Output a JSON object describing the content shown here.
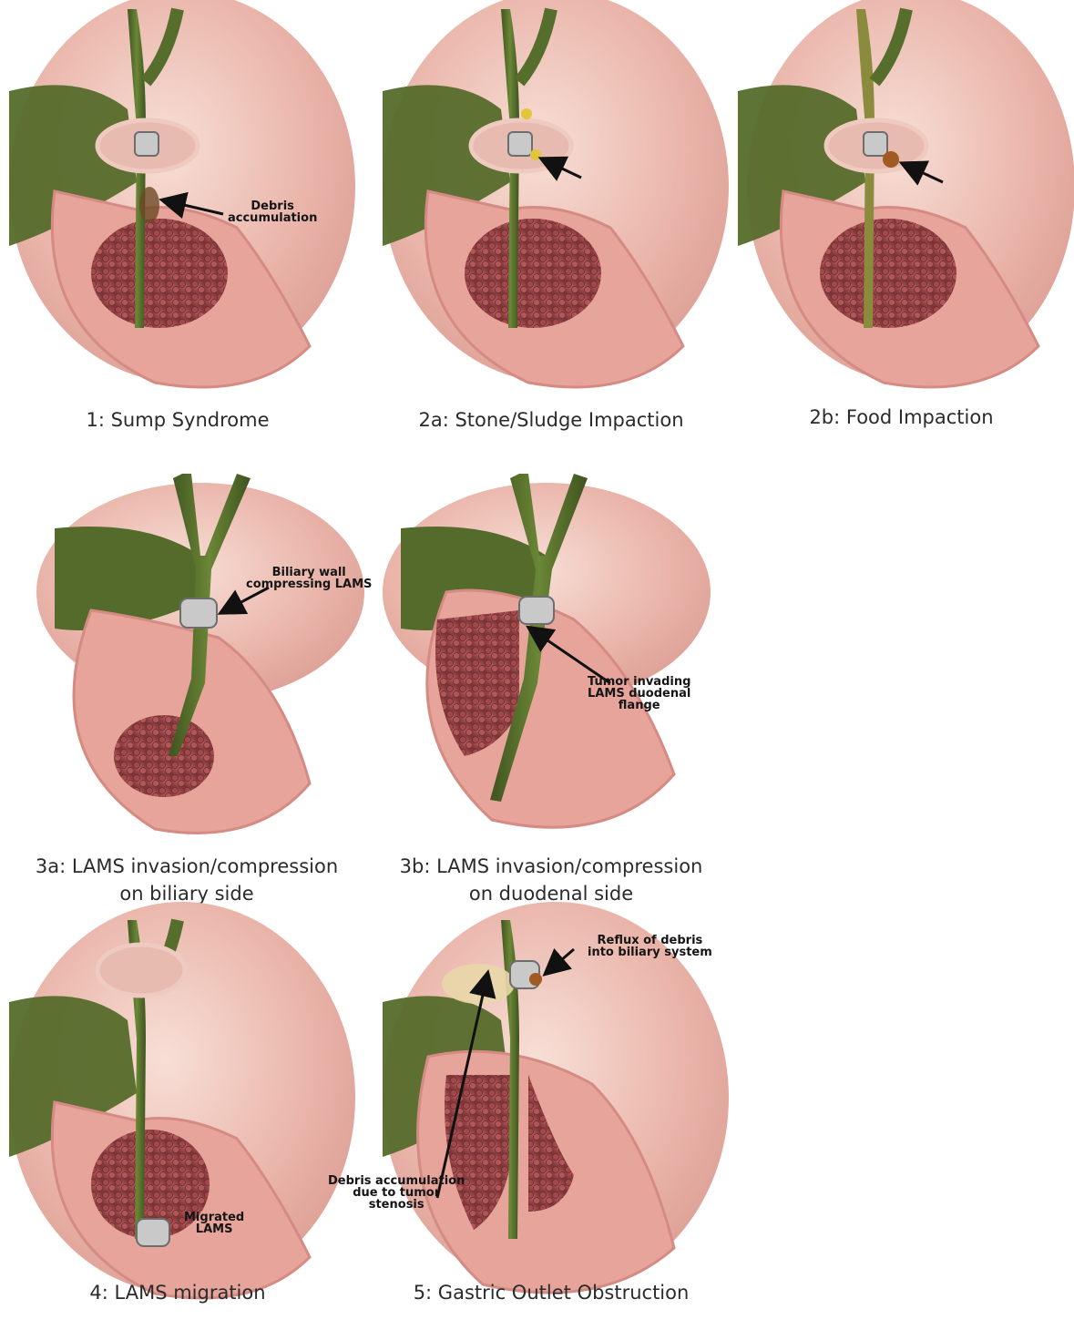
{
  "palette": {
    "background": "#ffffff",
    "tissue_light": "#f4d3c8",
    "tissue_mid": "#e9a9a0",
    "tissue_dark": "#cf8a83",
    "liver": "#c58e86",
    "duct_green": "#566e2c",
    "duct_green_dark": "#3f5420",
    "tumor": "#9c4a4d",
    "tumor_dark": "#7d3537",
    "stent_gray": "#c9c9c9",
    "stent_dark": "#6d6d6d",
    "stone_yellow": "#e3c53a",
    "food_brown": "#a05a22"
  },
  "panels": [
    {
      "id": "1",
      "caption": "1: Sump Syndrome",
      "annotations": [
        "Debris",
        "accumulation"
      ]
    },
    {
      "id": "2a",
      "caption": "2a: Stone/Sludge Impaction",
      "annotations": []
    },
    {
      "id": "2b",
      "caption": "2b: Food Impaction",
      "annotations": []
    },
    {
      "id": "3a",
      "caption_lines": [
        "3a: LAMS invasion/compression",
        "on biliary side"
      ],
      "annotations": [
        "Biliary wall",
        "compressing LAMS"
      ]
    },
    {
      "id": "3b",
      "caption_lines": [
        "3b: LAMS invasion/compression",
        "on duodenal side"
      ],
      "annotations": [
        "Tumor invading",
        "LAMS duodenal",
        "flange"
      ]
    },
    {
      "id": "4",
      "caption": "4: LAMS migration",
      "annotations": [
        "Migrated",
        "LAMS"
      ]
    },
    {
      "id": "5",
      "caption": "5: Gastric Outlet Obstruction",
      "annotations": [
        "Reflux of debris",
        "into biliary system",
        "Debris accumulation",
        "due to tumor",
        "stenosis"
      ]
    }
  ]
}
